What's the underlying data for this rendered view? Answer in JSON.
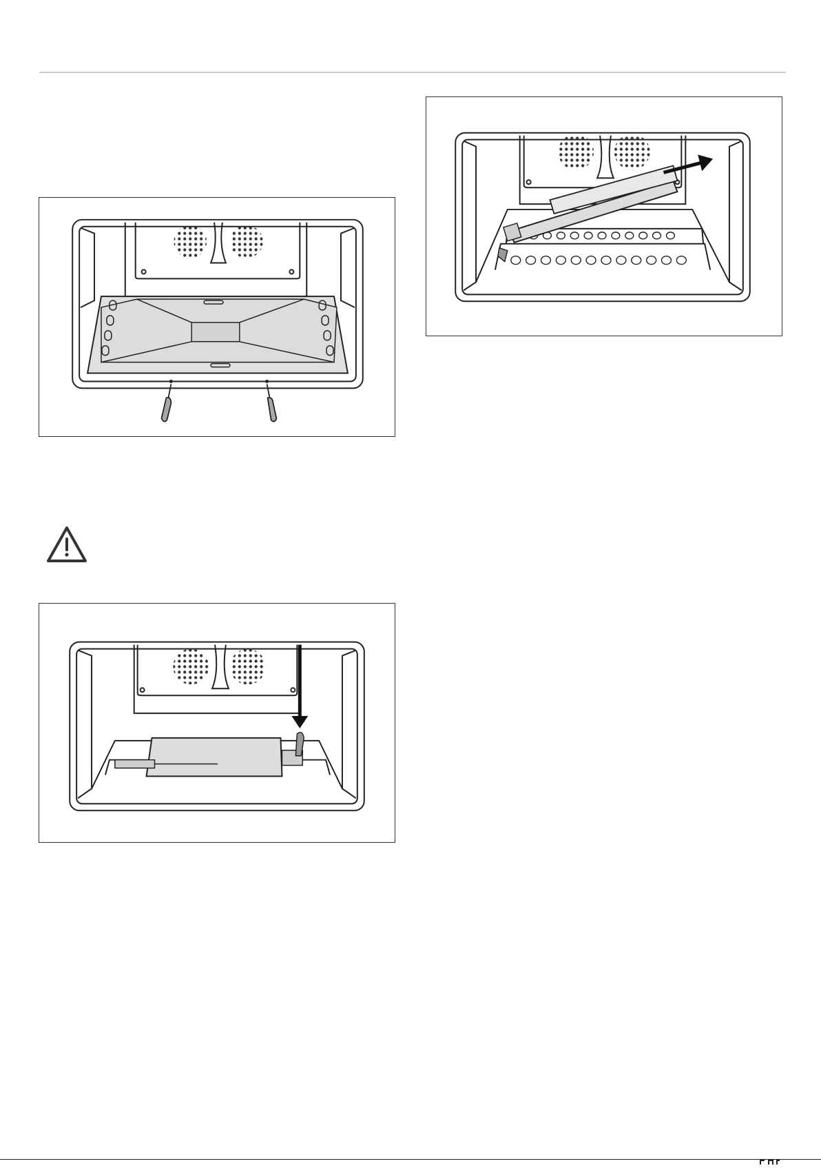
{
  "page": {
    "figures": [
      {
        "id": "oven-floor-panel-removal",
        "icon": "oven-floor-screwdriver-illustration"
      },
      {
        "id": "element-lowering",
        "icon": "oven-element-down-arrow-illustration"
      },
      {
        "id": "element-pull-out",
        "icon": "oven-element-pull-arrow-illustration"
      }
    ],
    "warning": {
      "icon": "warning-triangle-icon"
    },
    "colors": {
      "line": "#222222",
      "panel_fill": "#e6e6e6",
      "rule": "#c8c8c8"
    }
  }
}
